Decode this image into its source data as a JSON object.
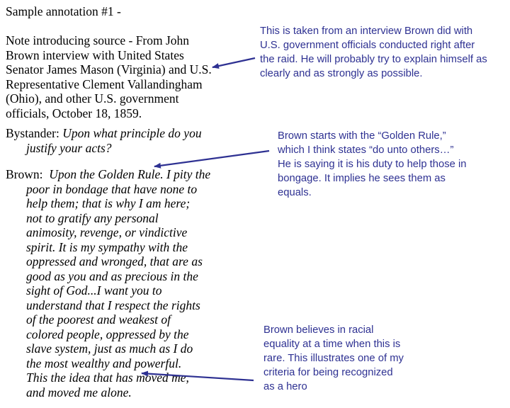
{
  "document": {
    "heading": "Sample annotation #1 -",
    "source_note_lines": [
      "Note introducing source - From John",
      "Brown interview with United States",
      "Senator James Mason (Virginia) and U.S.",
      "Representative Clement Vallandingham",
      "(Ohio), and other U.S. government",
      "officials, October 18, 1859."
    ],
    "bystander": {
      "speaker": "Bystander:",
      "lines": [
        "Upon what principle do you",
        "justify your acts?"
      ]
    },
    "brown": {
      "speaker": "Brown:",
      "lines": [
        "Upon the Golden Rule.  I pity the",
        "poor in bondage that have none to",
        "help them; that is why I am here;",
        "not to gratify any personal",
        "animosity, revenge, or vindictive",
        "spirit.  It is my sympathy with the",
        "oppressed and wronged, that are as",
        "good as you and as precious in the",
        "sight of God...I want you to",
        "understand that I respect the rights",
        "of the poorest and weakest of",
        "colored people, oppressed by the",
        "slave system, just as much as I do",
        "the most wealthy and powerful.",
        "This the idea that has moved me,",
        "and moved me alone."
      ]
    }
  },
  "annotations": [
    {
      "lines": [
        "This is taken from an interview Brown did with",
        "U.S. government officials conducted right after",
        "the raid. He will probably try to explain himself as",
        "clearly and as strongly as possible."
      ]
    },
    {
      "lines": [
        "Brown starts with the “Golden Rule,”",
        "which I think states “do unto others…”",
        "He is saying it is his duty to help those in",
        "bongage. It implies he sees them as",
        "equals."
      ]
    },
    {
      "lines": [
        "Brown believes in racial",
        "equality at a time when this is",
        "rare. This illustrates one of my",
        "criteria for being recognized",
        "as a hero"
      ]
    }
  ],
  "colors": {
    "annotation_text": "#2e3192",
    "arrow": "#2e3192",
    "body_text": "#000000"
  }
}
